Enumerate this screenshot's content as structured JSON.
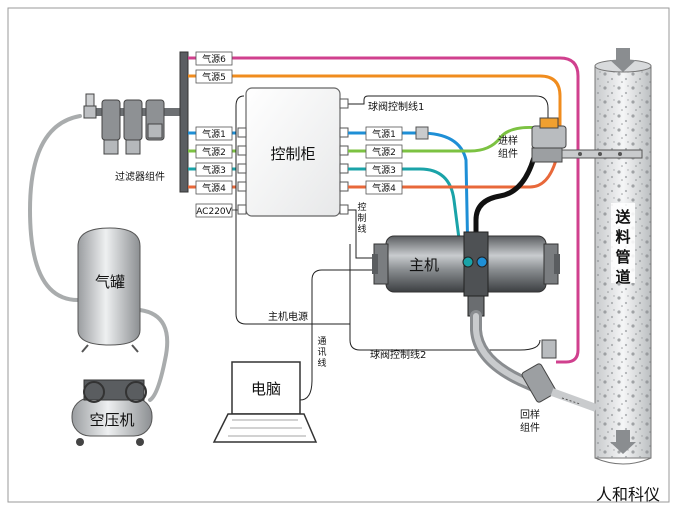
{
  "diagram": {
    "components": {
      "filter": "过滤器组件",
      "control_cabinet": "控制柜",
      "tank": "气罐",
      "compressor": "空压机",
      "computer": "电脑",
      "host": "主机",
      "sampling_in": [
        "进样",
        "组件"
      ],
      "sampling_return": [
        "回样",
        "组件"
      ],
      "pipe": [
        "送",
        "料",
        "管",
        "道"
      ]
    },
    "air_sources": {
      "left": [
        "气源1",
        "气源2",
        "气源3",
        "气源4"
      ],
      "top": [
        "气源6",
        "气源5"
      ],
      "right": [
        "气源1",
        "气源2",
        "气源3",
        "气源4"
      ],
      "power_in": "AC220V"
    },
    "lines": {
      "ball_valve_1": "球阀控制线1",
      "ball_valve_2": "球阀控制线2",
      "control_line": [
        "控",
        "制",
        "线"
      ],
      "host_power": "主机电源",
      "comm_line": [
        "通",
        "讯",
        "线"
      ]
    },
    "watermark": "人和科仪",
    "colors": {
      "air1": "#1e8fd6",
      "air2": "#7cc242",
      "air3": "#1aa3a8",
      "air4": "#e8683a",
      "air5": "#f08c1e",
      "air6": "#d0408e",
      "hose_gray": "#a9acad"
    }
  }
}
